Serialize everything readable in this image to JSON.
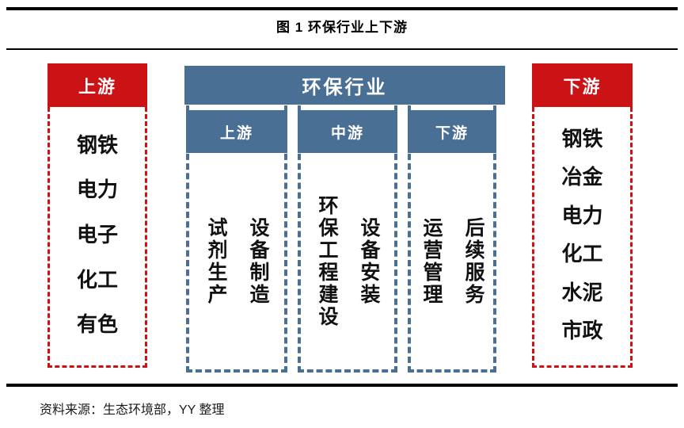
{
  "title": "图 1 环保行业上下游",
  "source": "资料来源：生态环境部，YY 整理",
  "colors": {
    "red_accent": "#cb1316",
    "blue_accent": "#4a6f94",
    "text": "#1a1a1a"
  },
  "upstream": {
    "header": "上游",
    "items": [
      "钢铁",
      "电力",
      "电子",
      "化工",
      "有色"
    ]
  },
  "industry": {
    "header": "环保行业",
    "segments": [
      {
        "label": "上游",
        "columns": [
          "试剂生产",
          "设备制造"
        ]
      },
      {
        "label": "中游",
        "columns": [
          "环保工程建设",
          "设备安装"
        ]
      },
      {
        "label": "下游",
        "columns": [
          "运营管理",
          "后续服务"
        ]
      }
    ]
  },
  "downstream": {
    "header": "下游",
    "items": [
      "钢铁",
      "冶金",
      "电力",
      "化工",
      "水泥",
      "市政"
    ]
  }
}
